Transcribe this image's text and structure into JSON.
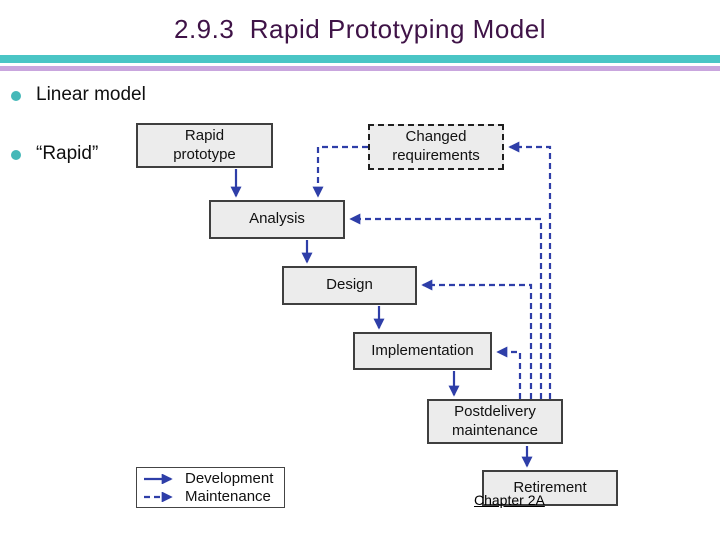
{
  "slide": {
    "title": "2.9.3  Rapid Prototyping Model",
    "bullets": [
      {
        "label": "Linear model"
      },
      {
        "label": "“Rapid”"
      }
    ],
    "footer_chapter": "Chapter 2A"
  },
  "diagram": {
    "boxes": {
      "rapid_prototype": "Rapid\nprototype",
      "changed_requirements": "Changed\nrequirements",
      "analysis": "Analysis",
      "design": "Design",
      "implementation": "Implementation",
      "postdelivery_maintenance": "Postdelivery\nmaintenance",
      "retirement": "Retirement"
    },
    "legend": {
      "development_label": "Development",
      "maintenance_label": "Maintenance"
    }
  },
  "colors": {
    "title_text": "#3f1347",
    "rule_teal": "#4ac5c5",
    "rule_lavender": "#c9a6de",
    "bullet": "#45b8b8",
    "arrow_blue": "#2e3ea8",
    "box_fill": "#ececec",
    "box_border": "#3f3f3f"
  }
}
